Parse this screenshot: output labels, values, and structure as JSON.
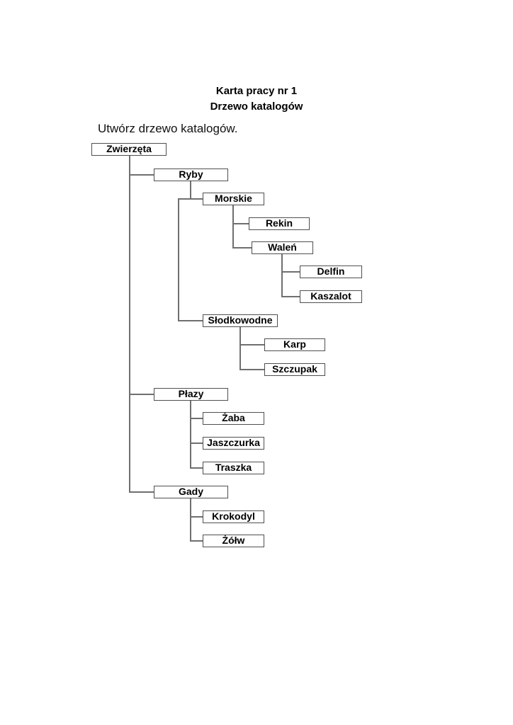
{
  "header": {
    "title_line1": "Karta pracy nr 1",
    "title_line2": "Drzewo katalogów"
  },
  "instruction": "Utwórz drzewo katalogów.",
  "tree": {
    "root": {
      "label": "Zwierzęta",
      "children": [
        {
          "label": "Ryby",
          "children": [
            {
              "label": "Morskie",
              "children": [
                {
                  "label": "Rekin",
                  "children": []
                },
                {
                  "label": "Waleń",
                  "children": [
                    {
                      "label": "Delfin",
                      "children": []
                    },
                    {
                      "label": "Kaszalot",
                      "children": []
                    }
                  ]
                }
              ]
            },
            {
              "label": "Słodkowodne",
              "children": [
                {
                  "label": "Karp",
                  "children": []
                },
                {
                  "label": "Szczupak",
                  "children": []
                }
              ]
            }
          ]
        },
        {
          "label": "Płazy",
          "children": [
            {
              "label": "Żaba",
              "children": []
            },
            {
              "label": "Jaszczurka",
              "children": []
            },
            {
              "label": "Traszka",
              "children": []
            }
          ]
        },
        {
          "label": "Gady",
          "children": [
            {
              "label": "Krokodyl",
              "children": []
            },
            {
              "label": "Żółw",
              "children": []
            }
          ]
        }
      ]
    }
  },
  "colors": {
    "background": "#ffffff",
    "text": "#000000",
    "box_border": "#4f4f4f",
    "connector_line": "#6f6f6f"
  }
}
